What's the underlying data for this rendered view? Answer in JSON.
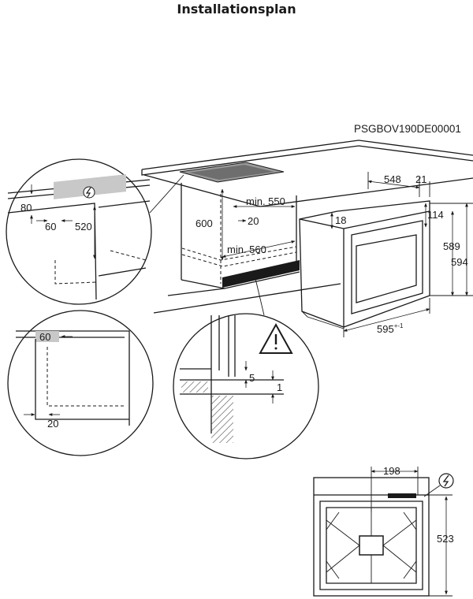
{
  "title": "Installationsplan",
  "code": "PSGBOV190DE00001",
  "labels": {
    "d80": "80",
    "d60_left": "60",
    "d520": "520",
    "d600": "600",
    "d550": "min. 550",
    "d20_top": "20",
    "d560": "min. 560",
    "d548": "548",
    "d21": "21",
    "d18": "18",
    "d114": "114",
    "d589": "589",
    "d594": "594",
    "d595_base": "595",
    "d595_sup": "+-1",
    "d60_circle": "60",
    "d20_circle": "20",
    "d5": "5",
    "d1": "1",
    "d198": "198",
    "d523": "523"
  },
  "icons": [
    "power-plug-icon",
    "warning-icon"
  ]
}
